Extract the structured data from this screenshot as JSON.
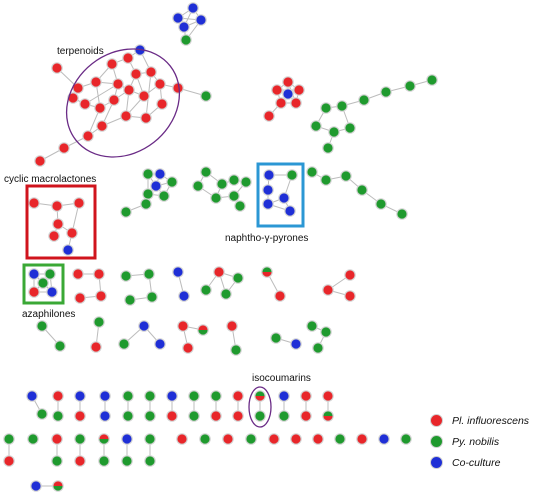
{
  "labels": {
    "terpenoids": "terpenoids",
    "cyclic_macrolactones": "cyclic macrolactones",
    "naphtho_pyrones": "naphtho-γ-pyrones",
    "azaphilones": "azaphilones",
    "isocoumarins": "isocoumarins"
  },
  "legend": [
    {
      "name": "Pl. influorescens",
      "color": "#e8262a"
    },
    {
      "name": "Py. nobilis",
      "color": "#1f9a2e"
    },
    {
      "name": "Co-culture",
      "color": "#1f2fd6"
    }
  ],
  "colors": {
    "red": "#e8262a",
    "green": "#1f9a2e",
    "blue": "#1f2fd6",
    "edge": "#bcbcbc",
    "node_border": "#d4d4d4",
    "box_cyclic_macrolactones": "#d0141d",
    "box_naphtho_pyrones": "#2b97d4",
    "box_azaphilones": "#3aa835",
    "ellipse_terpenoids": "#6a2b86",
    "ellipse_isocoumarins": "#6a2b86"
  }
}
